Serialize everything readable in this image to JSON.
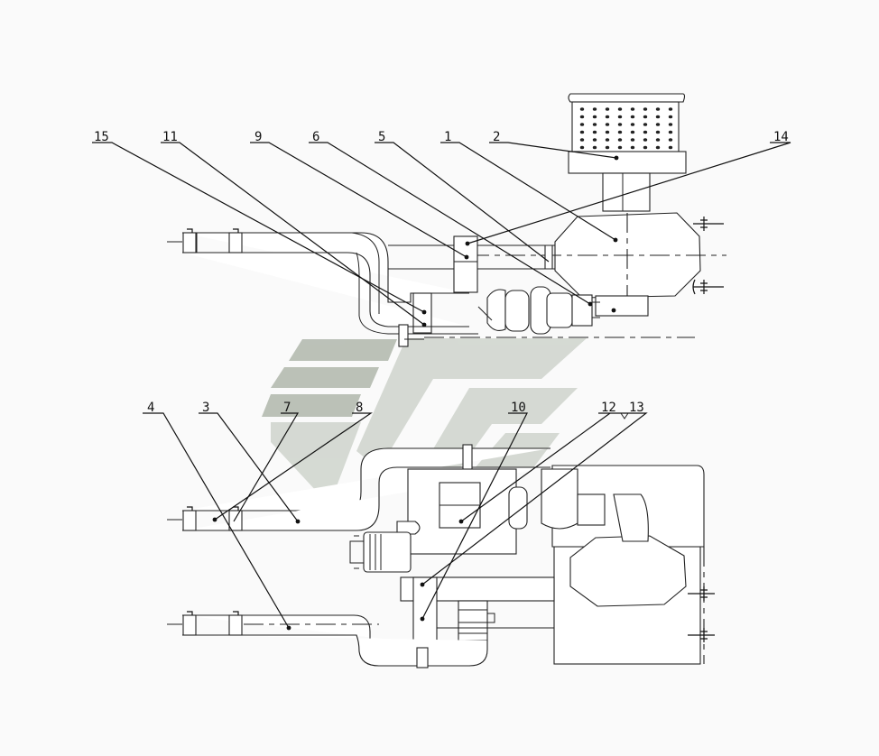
{
  "labels": {
    "upper": [
      "15",
      "11",
      "9",
      "6",
      "5",
      "1",
      "2",
      "14"
    ],
    "lower": [
      "4",
      "3",
      "7",
      "8",
      "10",
      "12",
      "13"
    ]
  },
  "colors": {
    "line": "#111111",
    "background": "#fafafa",
    "watermark": "#9aa595"
  }
}
